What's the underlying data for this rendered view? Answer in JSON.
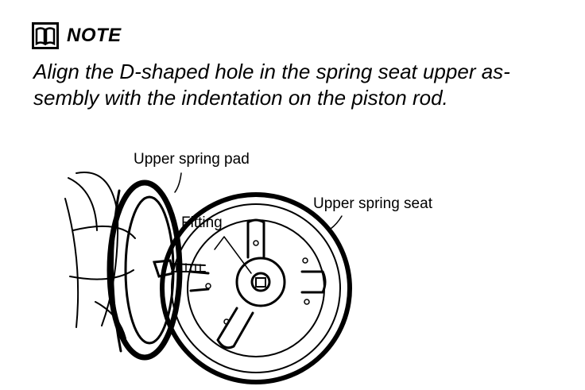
{
  "note": {
    "icon": "book-icon",
    "title": "NOTE",
    "lines": [
      "Align the D-shaped hole in the spring seat upper as-",
      "sembly with the indentation on the piston rod."
    ]
  },
  "figure": {
    "labels": {
      "upper_spring_pad": "Upper spring pad",
      "upper_spring_seat": "Upper spring seat",
      "fitting": "Fitting"
    }
  }
}
